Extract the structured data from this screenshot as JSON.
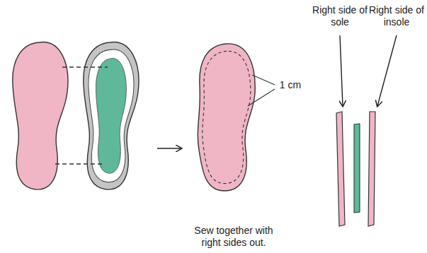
{
  "diagram": {
    "caption": "Sew together with right sides out.",
    "labels": [
      "Right side of sole",
      "Right side of insole",
      "1 cm"
    ]
  }
}
